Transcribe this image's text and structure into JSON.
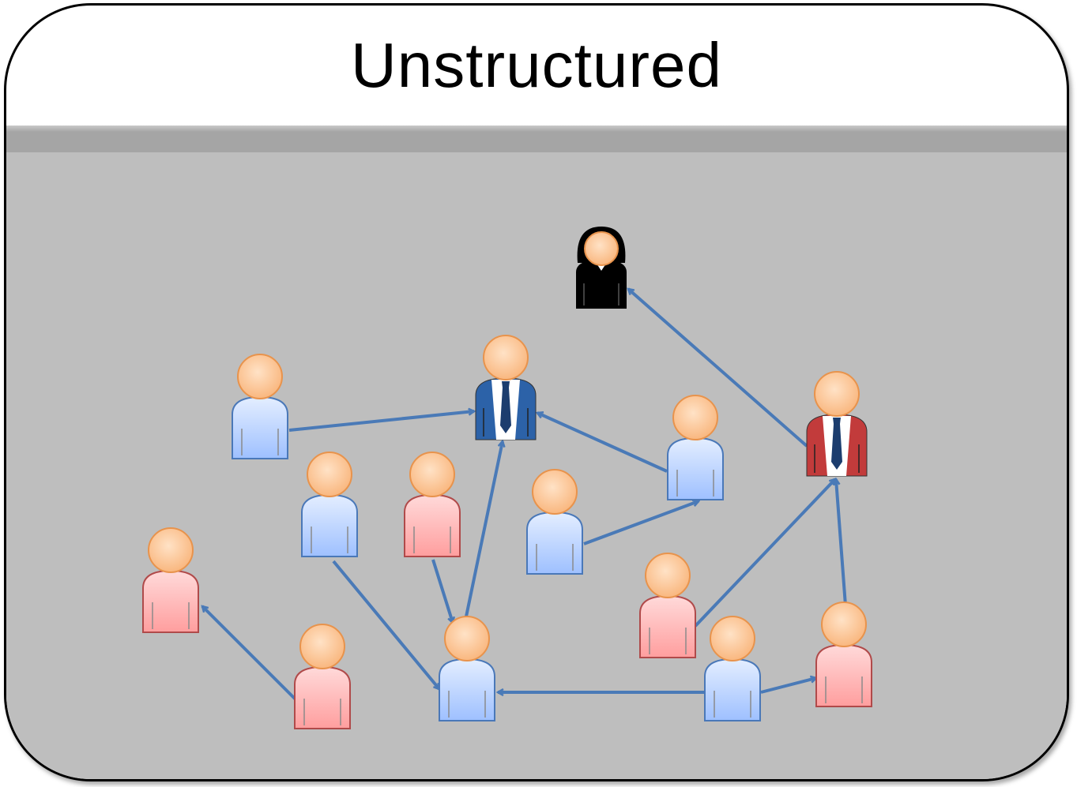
{
  "title": "Unstructured",
  "colors": {
    "panel": "#bebebe",
    "band": "#a5a5a5",
    "arrow": "#4a7ab7",
    "skin": "#fbc08d",
    "skin_outline": "#e8934c",
    "blue_body": "#c7dcff",
    "pink_body": "#ffb7b7",
    "manager_blue": "#2c62a8",
    "manager_red": "#c23b3b",
    "executive": "#000000"
  },
  "nodes": [
    {
      "id": "executive",
      "kind": "executive-icon"
    },
    {
      "id": "manager-blue",
      "kind": "manager-blue-icon"
    },
    {
      "id": "manager-red",
      "kind": "manager-red-icon"
    },
    {
      "id": "person-1",
      "kind": "person-blue-icon"
    },
    {
      "id": "person-2",
      "kind": "person-blue-icon"
    },
    {
      "id": "person-3",
      "kind": "person-pink-icon"
    },
    {
      "id": "person-4",
      "kind": "person-blue-icon"
    },
    {
      "id": "person-5",
      "kind": "person-pink-icon"
    },
    {
      "id": "person-6",
      "kind": "person-blue-icon"
    },
    {
      "id": "person-7",
      "kind": "person-pink-icon"
    },
    {
      "id": "person-8",
      "kind": "person-pink-icon"
    },
    {
      "id": "person-9",
      "kind": "person-blue-icon"
    },
    {
      "id": "person-10",
      "kind": "person-blue-icon"
    },
    {
      "id": "person-11",
      "kind": "person-pink-icon"
    }
  ],
  "edges": [
    {
      "from": "person-1",
      "to": "manager-blue"
    },
    {
      "from": "person-4",
      "to": "manager-blue"
    },
    {
      "from": "person-9",
      "to": "manager-blue"
    },
    {
      "from": "manager-red",
      "to": "executive"
    },
    {
      "from": "person-5",
      "to": "person-4"
    },
    {
      "from": "person-6",
      "to": "person-9"
    },
    {
      "from": "person-2",
      "to": "person-9_dup"
    },
    {
      "from": "person-7",
      "to": "person-3"
    },
    {
      "from": "person-8",
      "to": "manager-red"
    },
    {
      "from": "person-11",
      "to": "manager-red"
    },
    {
      "from": "person-10",
      "to": "person-11"
    },
    {
      "from": "person-10",
      "to": "person-9_dup2"
    }
  ]
}
